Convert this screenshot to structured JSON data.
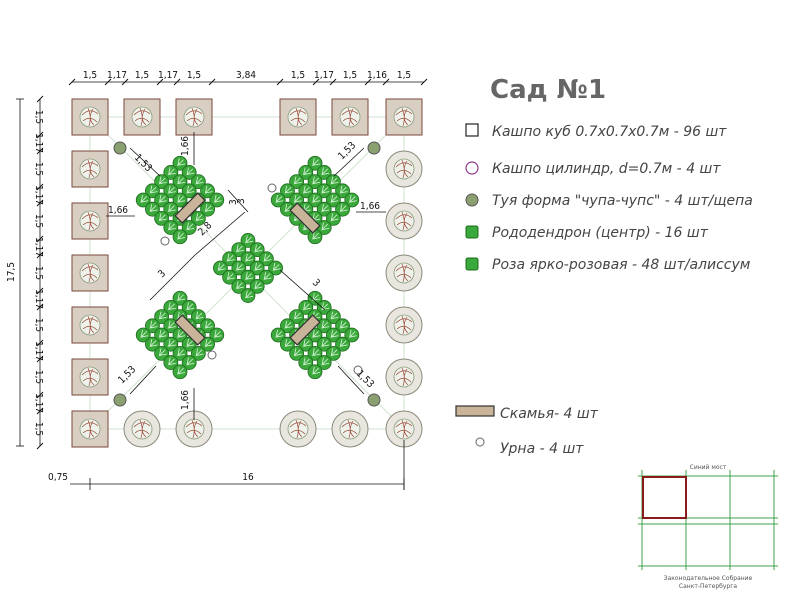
{
  "title": "Сад №1",
  "legend": [
    {
      "icon": "square-planter-icon",
      "text": "Кашпо куб 0.7х0.7х0.7м - 96 шт"
    },
    {
      "icon": "cylinder-planter-icon",
      "text": "Кашпо цилиндр, d=0.7м - 4 шт"
    },
    {
      "icon": "thuja-icon",
      "text": "Туя форма \"чупа-чупс\" - 4 шт/щепа"
    },
    {
      "icon": "rhododendron-icon",
      "text": "Рододендрон (центр) - 16 шт"
    },
    {
      "icon": "rose-icon",
      "text": "Роза ярко-розовая - 48 шт/алиссум"
    }
  ],
  "legend2": [
    {
      "icon": "bench-icon",
      "text": "Скамья- 4 шт"
    },
    {
      "icon": "urn-icon",
      "text": "Урна - 4 шт"
    }
  ],
  "dims": {
    "top": [
      "1,5",
      "1,17",
      "1,5",
      "1,17",
      "1,5",
      "3,84",
      "1,5",
      "1,17",
      "1,5",
      "1,16",
      "1,5"
    ],
    "left": [
      "1,5",
      "1,17",
      "1,5",
      "1,17",
      "1,5",
      "1,17",
      "1,5",
      "1,17",
      "1,5",
      "1,17",
      "1,5",
      "1,17",
      "1,5"
    ],
    "total_height": "17,5",
    "total_width": "16",
    "offset": "0,75",
    "diag": [
      "1,53",
      "1,53",
      "1,53",
      "1,53"
    ],
    "vert": [
      "1,66",
      "1,66"
    ],
    "horiz": [
      "1,66",
      "1,66"
    ],
    "center": [
      "3",
      "3",
      "2,8",
      "3",
      "3"
    ]
  },
  "minimap": {
    "top": "Синий мост",
    "bottom1": "Законодательное Собрание",
    "bottom2": "Санкт-Петербурга"
  },
  "colors": {
    "rose": "#2e9e2e",
    "planter": "#d8cfc2",
    "outline": "#7a4a3a",
    "map_red": "#8b1a1a",
    "map_green": "#3fa34d"
  }
}
